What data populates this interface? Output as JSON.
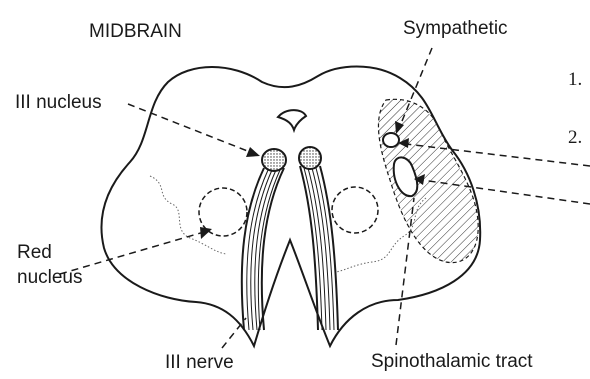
{
  "title": "MIDBRAIN",
  "labels": {
    "sympathetic": "Sympathetic",
    "iii_nucleus": "III nucleus",
    "red_nucleus_line1": "Red",
    "red_nucleus_line2": "nucleus",
    "iii_nerve": "III nerve",
    "spinothalamic": "Spinothalamic tract"
  },
  "list_markers": [
    "1.",
    "2."
  ]
}
